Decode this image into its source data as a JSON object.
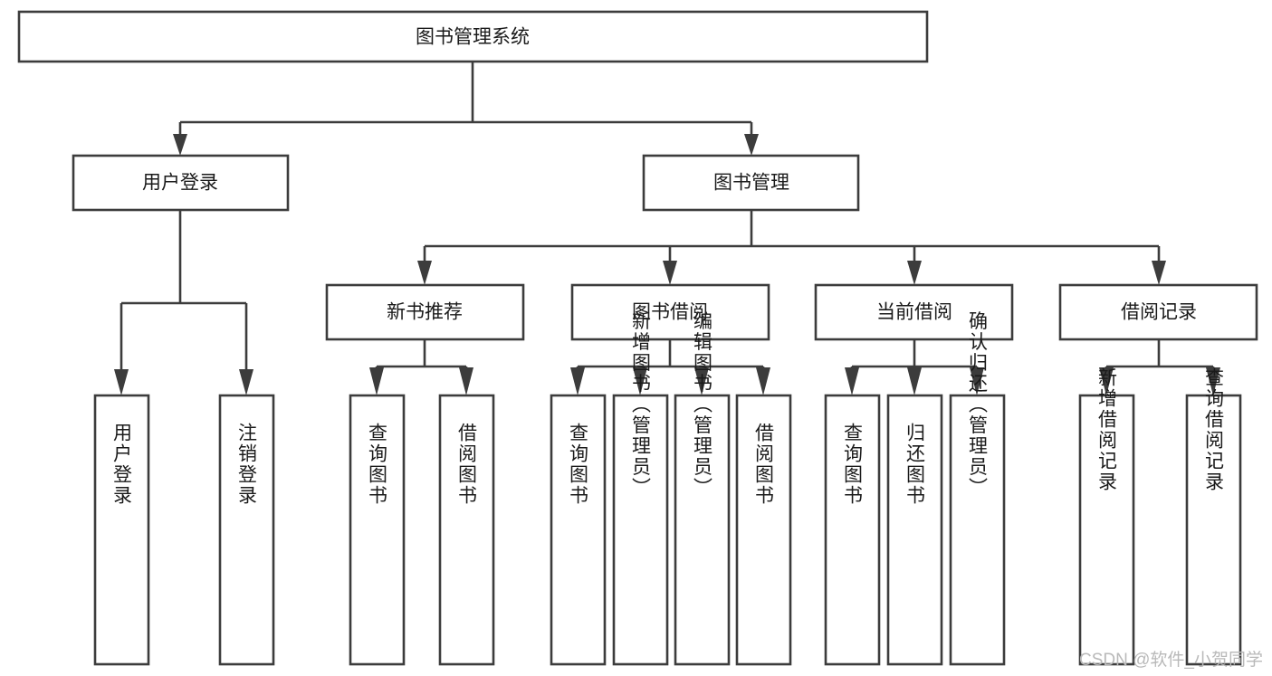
{
  "diagram": {
    "type": "tree-hierarchy",
    "title": "图书管理系统",
    "orientation": "top-down",
    "colors": {
      "box_fill": "#ffffff",
      "box_stroke": "#3c3c3c",
      "text": "#1a1a1a",
      "background": "#ffffff",
      "watermark": "#b9b9b9"
    },
    "levels": [
      {
        "level": 1,
        "nodes": [
          {
            "id": "root",
            "label": "图书管理系统",
            "orientation": "horizontal"
          }
        ]
      },
      {
        "level": 2,
        "nodes": [
          {
            "id": "login",
            "label": "用户登录",
            "orientation": "horizontal",
            "parent": "root"
          },
          {
            "id": "bookmgmt",
            "label": "图书管理",
            "orientation": "horizontal",
            "parent": "root"
          }
        ]
      },
      {
        "level": 3,
        "nodes": [
          {
            "id": "newbook",
            "label": "新书推荐",
            "orientation": "horizontal",
            "parent": "bookmgmt"
          },
          {
            "id": "borrow",
            "label": "图书借阅",
            "orientation": "horizontal",
            "parent": "bookmgmt"
          },
          {
            "id": "current",
            "label": "当前借阅",
            "orientation": "horizontal",
            "parent": "bookmgmt"
          },
          {
            "id": "records",
            "label": "借阅记录",
            "orientation": "horizontal",
            "parent": "bookmgmt"
          }
        ]
      },
      {
        "level": 4,
        "nodes": [
          {
            "id": "leaf1",
            "label": "用户登录",
            "orientation": "vertical",
            "parent": "login"
          },
          {
            "id": "leaf2",
            "label": "注销登录",
            "orientation": "vertical",
            "parent": "login"
          },
          {
            "id": "leaf3",
            "label": "查询图书",
            "orientation": "vertical",
            "parent": "newbook"
          },
          {
            "id": "leaf4",
            "label": "借阅图书",
            "orientation": "vertical",
            "parent": "newbook"
          },
          {
            "id": "leaf5",
            "label": "查询图书",
            "orientation": "vertical",
            "parent": "borrow"
          },
          {
            "id": "leaf6",
            "label": "新增图书（管理员）",
            "orientation": "vertical",
            "parent": "borrow"
          },
          {
            "id": "leaf7",
            "label": "编辑图书（管理员）",
            "orientation": "vertical",
            "parent": "borrow"
          },
          {
            "id": "leaf8",
            "label": "借阅图书",
            "orientation": "vertical",
            "parent": "borrow"
          },
          {
            "id": "leaf9",
            "label": "查询图书",
            "orientation": "vertical",
            "parent": "current"
          },
          {
            "id": "leaf10",
            "label": "归还图书",
            "orientation": "vertical",
            "parent": "current"
          },
          {
            "id": "leaf11",
            "label": "确认归还（管理员）",
            "orientation": "vertical",
            "parent": "current"
          },
          {
            "id": "leaf12",
            "label": "新增借阅记录",
            "orientation": "vertical",
            "parent": "records"
          },
          {
            "id": "leaf13",
            "label": "查询借阅记录",
            "orientation": "vertical",
            "parent": "records"
          }
        ]
      }
    ]
  },
  "watermark": {
    "text": "CSDN @软件_小贺同学"
  }
}
